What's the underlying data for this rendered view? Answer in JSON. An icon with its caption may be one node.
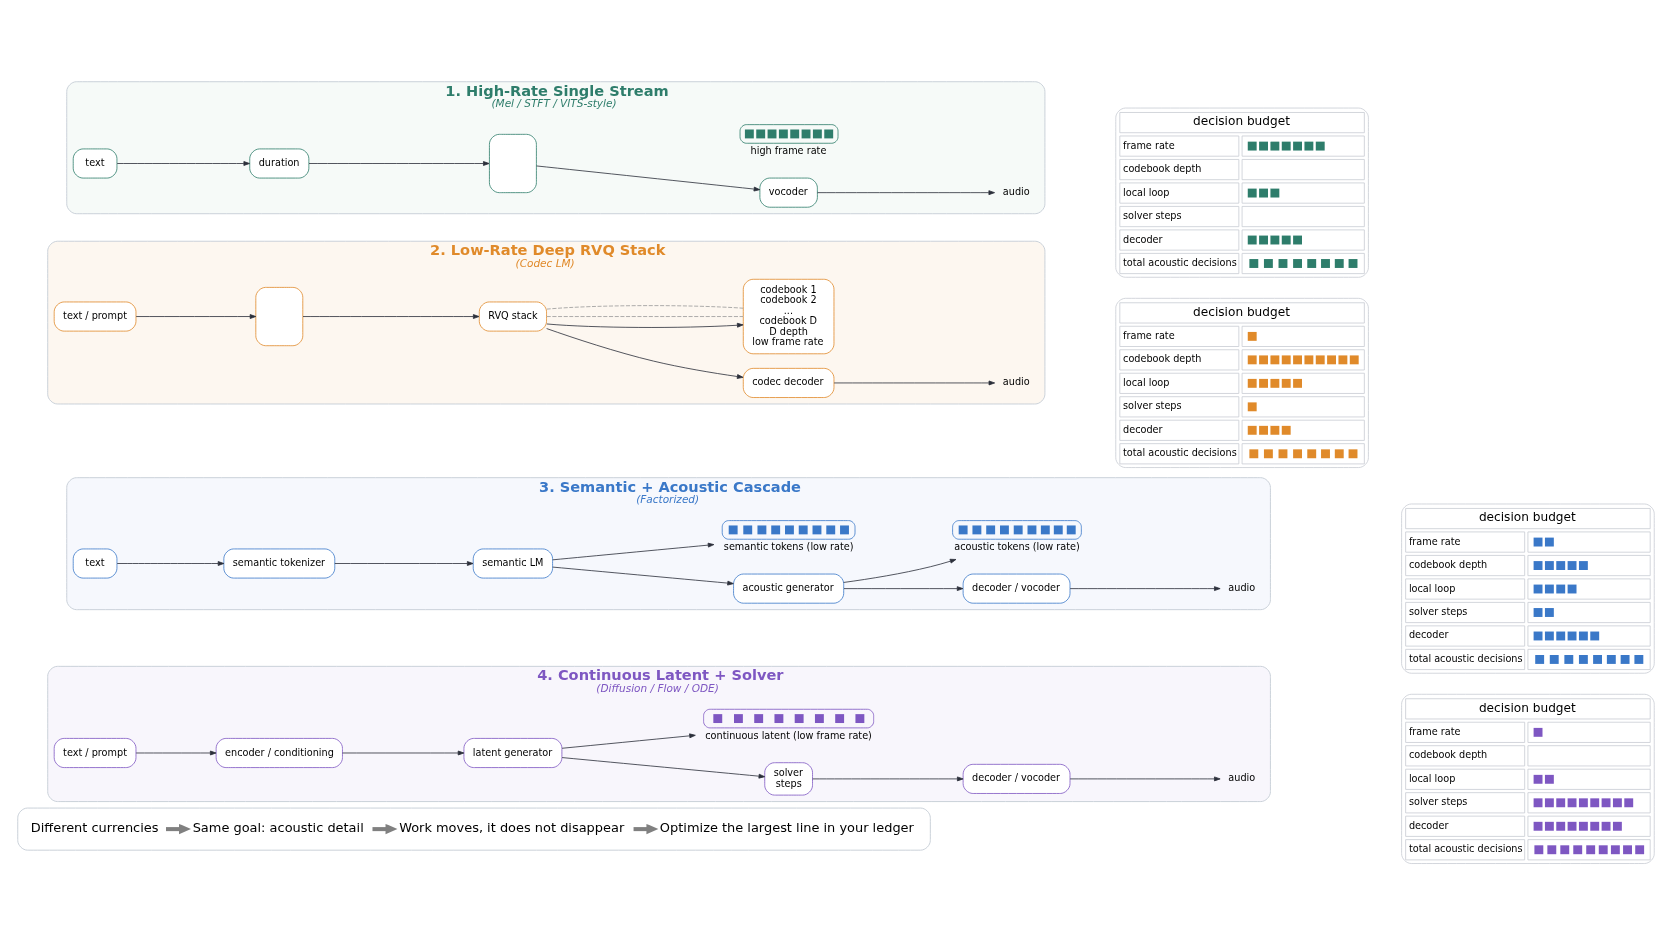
{
  "diagram": {
    "nodes": [
      {
        "text": [
          "1. High-Rate Single Stream",
          "(Mel / STFT / VITS-style)"
        ]
      },
      {
        "text": [
          "text"
        ],
        "in": 0
      },
      {
        "text": [
          "duration"
        ],
        "in": 0
      },
      {
        "text": [],
        "shape": "box",
        "in": 0
      },
      {
        "text": [
          "vocoder"
        ],
        "in": 0
      },
      {
        "text": [
          "audio"
        ],
        "in": 0
      },
      {
        "text": [
          "high frame rate"
        ],
        "in": 0
      },
      {
        "text": [
          "decision budget",
          "frame rate",
          "codebook depth",
          "local loop",
          "solver steps",
          "decoder",
          "total acoustic decisions"
        ]
      },
      {
        "text": [
          "2. Low-Rate Deep RVQ Stack",
          "(Codec LM)"
        ]
      },
      {
        "text": [
          "text / prompt"
        ],
        "in": 8
      },
      {
        "text": [],
        "shape": "box",
        "in": 8
      },
      {
        "text": [
          "RVQ stack"
        ],
        "in": 8
      },
      {
        "text": [
          "codec decoder"
        ],
        "in": 8
      },
      {
        "text": [
          "audio"
        ],
        "in": 8
      },
      {
        "text": [
          "codebook 1",
          "codebook 2",
          "...",
          "codebook D",
          "D depth",
          "low frame rate"
        ],
        "in": 8
      },
      {
        "text": [
          "decision budget",
          "frame rate",
          "codebook depth",
          "local loop",
          "solver steps",
          "decoder",
          "total acoustic decisions"
        ]
      },
      {
        "text": [
          "3. Semantic + Acoustic Cascade",
          "(Factorized)"
        ]
      },
      {
        "text": [
          "text"
        ],
        "in": 16
      },
      {
        "text": [
          "semantic tokenizer"
        ],
        "in": 16
      },
      {
        "text": [
          "semantic LM"
        ],
        "in": 16
      },
      {
        "text": [
          "acoustic generator"
        ],
        "in": 16
      },
      {
        "text": [
          "decoder / vocoder"
        ],
        "in": 16
      },
      {
        "text": [
          "audio"
        ],
        "in": 16
      },
      {
        "text": [
          "semantic tokens (low rate)"
        ],
        "in": 16
      },
      {
        "text": [
          "acoustic tokens (low rate)"
        ],
        "in": 16
      },
      {
        "text": [
          "decision budget",
          "frame rate",
          "codebook depth",
          "local loop",
          "solver steps",
          "decoder",
          "total acoustic decisions"
        ]
      },
      {
        "text": [
          "4. Continuous Latent + Solver",
          "(Diffusion / Flow / ODE)"
        ]
      },
      {
        "text": [
          "text / prompt"
        ],
        "in": 26
      },
      {
        "text": [
          "encoder / conditioning"
        ],
        "in": 26
      },
      {
        "text": [
          "latent generator"
        ],
        "in": 26
      },
      {
        "text": [
          "solver",
          "steps"
        ],
        "in": 26
      },
      {
        "text": [
          "decoder / vocoder"
        ],
        "in": 26
      },
      {
        "text": [
          "audio"
        ],
        "in": 26
      },
      {
        "text": [
          "continuous latent (low frame rate)"
        ],
        "in": 26
      },
      {
        "text": [
          "decision budget",
          "frame rate",
          "codebook depth",
          "local loop",
          "solver steps",
          "decoder",
          "total acoustic decisions"
        ]
      },
      {
        "text": [],
        "shape": "box"
      },
      {
        "text": [
          "Different currencies"
        ],
        "in": 35
      },
      {
        "text": [
          "Same goal: acoustic detail"
        ],
        "in": 35
      },
      {
        "text": [
          "Work moves, it does not disappear"
        ],
        "in": 35
      },
      {
        "text": [
          "Optimize the largest line in your ledger"
        ],
        "in": 35
      }
    ],
    "edges": [
      {
        "from": 1,
        "to": 2,
        "arrow": "to"
      },
      {
        "from": 2,
        "to": 3,
        "arrow": "to"
      },
      {
        "from": 3,
        "to": 4,
        "arrow": "to"
      },
      {
        "from": 4,
        "to": 5,
        "arrow": "to"
      },
      {
        "from": 9,
        "to": 10,
        "arrow": "to"
      },
      {
        "from": 10,
        "to": 11,
        "arrow": "to"
      },
      {
        "from": 11,
        "to": 12,
        "arrow": "to"
      },
      {
        "from": 12,
        "to": 13,
        "arrow": "to"
      },
      {
        "from": 11,
        "to": 14,
        "arrow": "to"
      },
      {
        "from": 11,
        "to": 14,
        "arrow": "none",
        "style": "dashed",
        "color": "#999999"
      },
      {
        "from": 11,
        "to": 14,
        "arrow": "none",
        "style": "dashed",
        "color": "#999999"
      },
      {
        "from": 17,
        "to": 18,
        "arrow": "to"
      },
      {
        "from": 18,
        "to": 19,
        "arrow": "to"
      },
      {
        "from": 19,
        "to": 20,
        "arrow": "to"
      },
      {
        "from": 20,
        "to": 21,
        "arrow": "to"
      },
      {
        "from": 21,
        "to": 22,
        "arrow": "to"
      },
      {
        "from": 19,
        "to": 23,
        "arrow": "to"
      },
      {
        "from": 20,
        "to": 24,
        "arrow": "to"
      },
      {
        "from": 27,
        "to": 28,
        "arrow": "to"
      },
      {
        "from": 28,
        "to": 29,
        "arrow": "to"
      },
      {
        "from": 29,
        "to": 30,
        "arrow": "to"
      },
      {
        "from": 30,
        "to": 31,
        "arrow": "to"
      },
      {
        "from": 31,
        "to": 32,
        "arrow": "to"
      },
      {
        "from": 29,
        "to": 33,
        "arrow": "to"
      },
      {
        "from": 36,
        "to": 37,
        "arrow": "to",
        "style": "thick",
        "color": "#808080"
      },
      {
        "from": 37,
        "to": 38,
        "arrow": "to",
        "style": "thick",
        "color": "#808080"
      },
      {
        "from": 38,
        "to": 39,
        "arrow": "to",
        "style": "thick",
        "color": "#808080"
      }
    ]
  }
}
